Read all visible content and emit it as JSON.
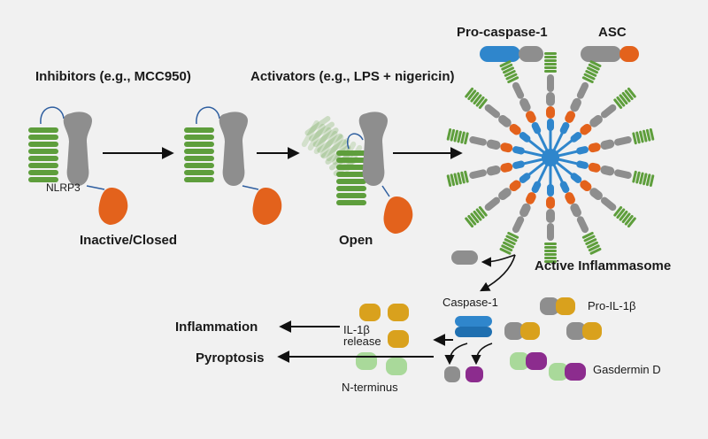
{
  "labels": {
    "inhibitors": "Inhibitors (e.g., MCC950)",
    "activators": "Activators (e.g., LPS + nigericin)",
    "pro_caspase": "Pro-caspase-1",
    "asc": "ASC",
    "nlrp3": "NLRP3",
    "inactive": "Inactive/Closed",
    "open": "Open",
    "active": "Active Inflammasome",
    "caspase": "Caspase-1",
    "pro_il": "Pro-IL-1β",
    "il_line1": "IL-1β",
    "il_line2": "release",
    "inflammation": "Inflammation",
    "pyroptosis": "Pyroptosis",
    "nterminus": "N-terminus",
    "gasdermin": "Gasdermin D"
  },
  "colors": {
    "background": "#f1f1f1",
    "lrr_green": "#5e9e3c",
    "nacht_grey": "#8e8e8e",
    "pyd_orange": "#e3621c",
    "card_blue": "#2f86cc",
    "il_gold": "#d9a11d",
    "gasdermin_purple": "#8c2c8e",
    "nterm_lightgreen": "#a9d99a",
    "linker_blue": "#2f5fa0"
  }
}
